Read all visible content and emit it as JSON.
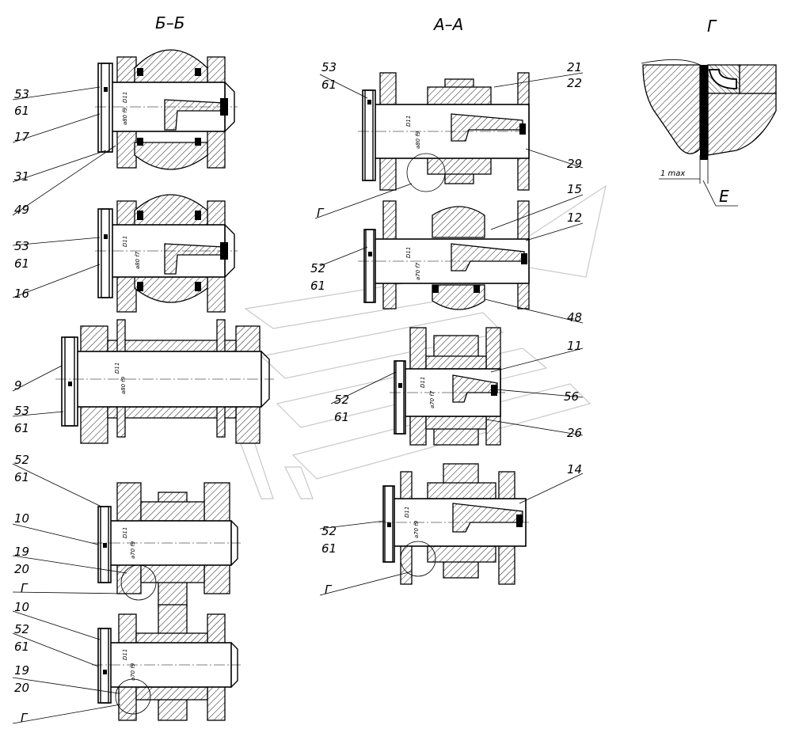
{
  "views": {
    "bb": "Б–Б",
    "aa": "А–А",
    "g": "Г"
  },
  "detail": {
    "tol": "1 max",
    "e": "Е"
  },
  "dims": {
    "d80f7": "⌀80 f7",
    "d80f9": "⌀80 f9",
    "d70f9": "⌀70 f9",
    "d70f7": "⌀70 f7",
    "d11": "D11"
  },
  "labels": {
    "bb1": [
      "53",
      "61",
      "17",
      "31",
      "49"
    ],
    "bb2": [
      "53",
      "61",
      "16"
    ],
    "bb3": [
      "9",
      "53",
      "61"
    ],
    "bb4": [
      "52",
      "61",
      "10",
      "19",
      "20",
      "Г"
    ],
    "bb5": [
      "10",
      "52",
      "61",
      "19",
      "20",
      "Г"
    ],
    "aa1": [
      "53",
      "61",
      "21",
      "22",
      "29",
      "Г"
    ],
    "aa2": [
      "15",
      "12",
      "52",
      "61",
      "48"
    ],
    "aa3": [
      "11",
      "52",
      "61",
      "56",
      "26"
    ],
    "aa4": [
      "14",
      "52",
      "61",
      "Г"
    ]
  }
}
